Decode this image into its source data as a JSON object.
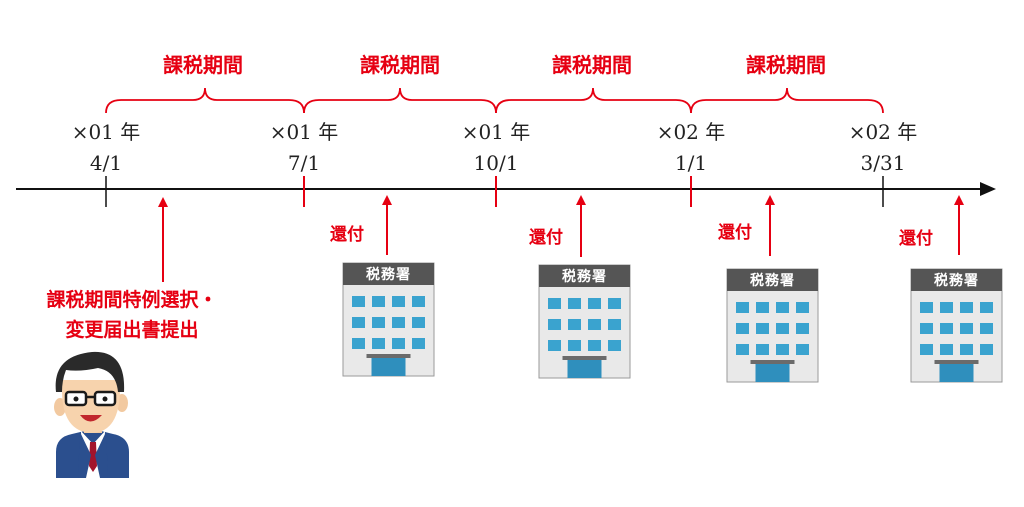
{
  "periods": [
    {
      "label": "課税期間"
    },
    {
      "label": "課税期間"
    },
    {
      "label": "課税期間"
    },
    {
      "label": "課税期間"
    }
  ],
  "dates": [
    {
      "year": "×01 年",
      "day": "4/1"
    },
    {
      "year": "×01 年",
      "day": "7/1"
    },
    {
      "year": "×01 年",
      "day": "10/1"
    },
    {
      "year": "×02 年",
      "day": "1/1"
    },
    {
      "year": "×02 年",
      "day": "3/31"
    }
  ],
  "refunds": [
    {
      "label": "還付",
      "office": "税務署"
    },
    {
      "label": "還付",
      "office": "税務署"
    },
    {
      "label": "還付",
      "office": "税務署"
    },
    {
      "label": "還付",
      "office": "税務署"
    }
  ],
  "notice": {
    "line1": "課税期間特例選択・",
    "line2": "変更届出書提出"
  },
  "colors": {
    "accent": "#e60012",
    "building": "#e9e9e9",
    "sign": "#555555",
    "window": "#3aa3cf"
  },
  "icons": {
    "person": "businessman-icon",
    "building": "tax-office-building-icon"
  }
}
